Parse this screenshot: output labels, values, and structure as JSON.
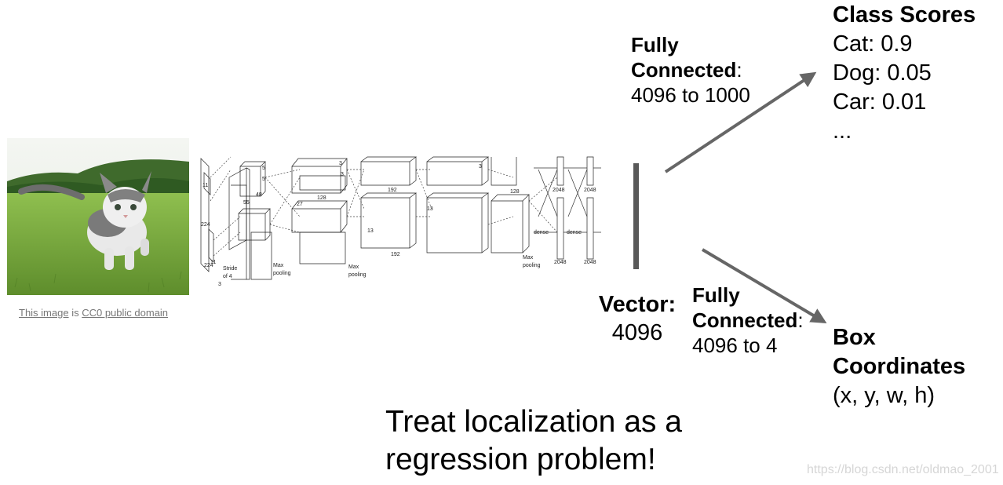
{
  "image_credit": {
    "link1": "This image",
    "middle": " is ",
    "link2": "CC0 public domain"
  },
  "network": {
    "numbers": [
      "11",
      "11",
      "224",
      "224",
      "3",
      "55",
      "48",
      "27",
      "128",
      "13",
      "192",
      "13",
      "192",
      "128",
      "2048",
      "2048",
      "2048",
      "2048",
      "5",
      "5",
      "3",
      "3",
      "3"
    ],
    "labels": {
      "stride": "Stride",
      "of4": "of 4",
      "maxpool": "Max",
      "pooling": "pooling",
      "dense": "dense"
    }
  },
  "fc_top": {
    "line1": "Fully",
    "line2": "Connected",
    "colon": ":",
    "line3": "4096 to 1000"
  },
  "fc_bottom": {
    "line1": "Fully",
    "line2": "Connected",
    "colon": ":",
    "line3": "4096 to 4"
  },
  "vector": {
    "title": "Vector:",
    "value": "4096"
  },
  "class_scores": {
    "title": "Class Scores",
    "items": [
      "Cat: 0.9",
      "Dog: 0.05",
      "Car: 0.01",
      "..."
    ]
  },
  "box_coordinates": {
    "line1": "Box",
    "line2": "Coordinates",
    "line3": "(x, y, w, h)"
  },
  "caption": {
    "line1": "Treat localization as a",
    "line2": "regression problem!"
  },
  "watermark": "https://blog.csdn.net/oldmao_2001",
  "colors": {
    "arrow": "#666666",
    "vector_bar": "#595959",
    "credit": "#777777",
    "watermark": "#d6d6d6"
  }
}
